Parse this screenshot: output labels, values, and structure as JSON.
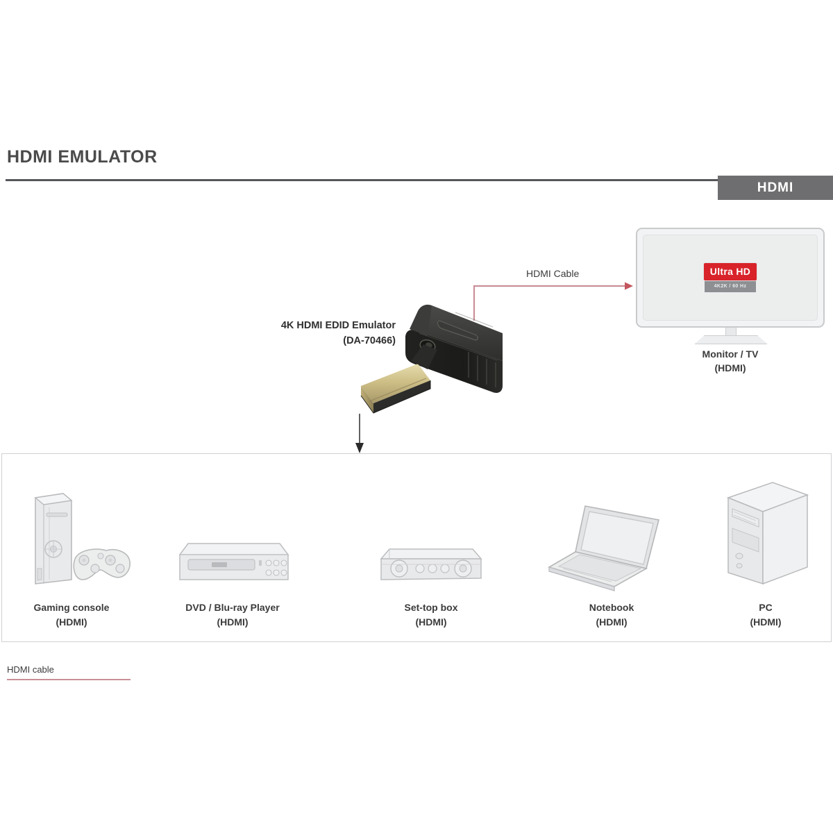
{
  "header": {
    "title": "HDMI EMULATOR",
    "tag": "HDMI"
  },
  "colors": {
    "title_gray": "#4a4a4a",
    "rule_gray": "#55565a",
    "tag_bg": "#6e6e70",
    "cable_pink": "#c98f98",
    "badge_red": "#d8232a",
    "badge_sub_gray": "#8d8f93",
    "device_outline": "#b9babc",
    "panel_border": "#cfd0d2",
    "arrow_dark": "#3a3a3a"
  },
  "emulator": {
    "name": "4K HDMI EDID Emulator",
    "model": "(DA-70466)",
    "icon": "hdmi-adapter-icon"
  },
  "cable": {
    "label": "HDMI Cable",
    "arrow_direction": "right"
  },
  "monitor": {
    "name": "Monitor / TV",
    "port": "(HDMI)",
    "badge": "Ultra HD",
    "badge_sub": "4K2K / 60 Hz",
    "icon": "monitor-icon"
  },
  "sources": {
    "items": [
      {
        "name": "Gaming console",
        "port": "(HDMI)",
        "icon": "game-console-icon"
      },
      {
        "name": "DVD / Blu-ray Player",
        "port": "(HDMI)",
        "icon": "disc-player-icon"
      },
      {
        "name": "Set-top box",
        "port": "(HDMI)",
        "icon": "set-top-box-icon"
      },
      {
        "name": "Notebook",
        "port": "(HDMI)",
        "icon": "laptop-icon"
      },
      {
        "name": "PC",
        "port": "(HDMI)",
        "icon": "desktop-tower-icon"
      }
    ]
  },
  "legend": {
    "label": "HDMI cable",
    "line_color": "#c98f98"
  }
}
